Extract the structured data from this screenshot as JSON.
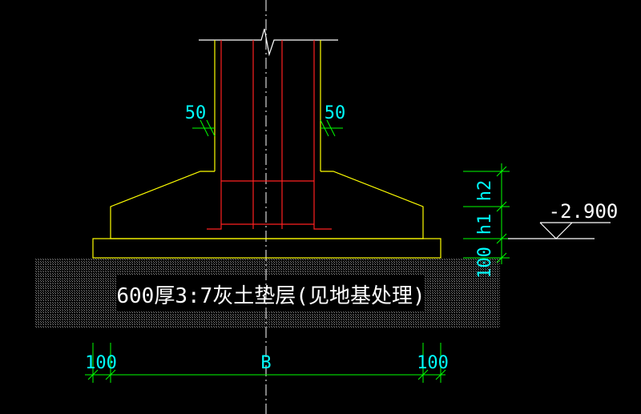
{
  "drawing": {
    "colors": {
      "background": "#000000",
      "footing_outline": "#ffff00",
      "rebar": "#ff2020",
      "dimension": "#00ff00",
      "dimension_text": "#00ffff",
      "centerline": "#ffffff",
      "fill_hatch": "#9a9a9a",
      "label_box": "#000000"
    },
    "labels": {
      "cushion_layer": "600厚3:7灰土垫层(见地基处理)",
      "elevation": "-2.900"
    },
    "dimensions": {
      "offset_left": "50",
      "offset_right": "50",
      "h2": "h2",
      "h1": "h1",
      "bed_thickness": "100",
      "extend_left": "100",
      "width": "B",
      "extend_right": "100"
    }
  }
}
